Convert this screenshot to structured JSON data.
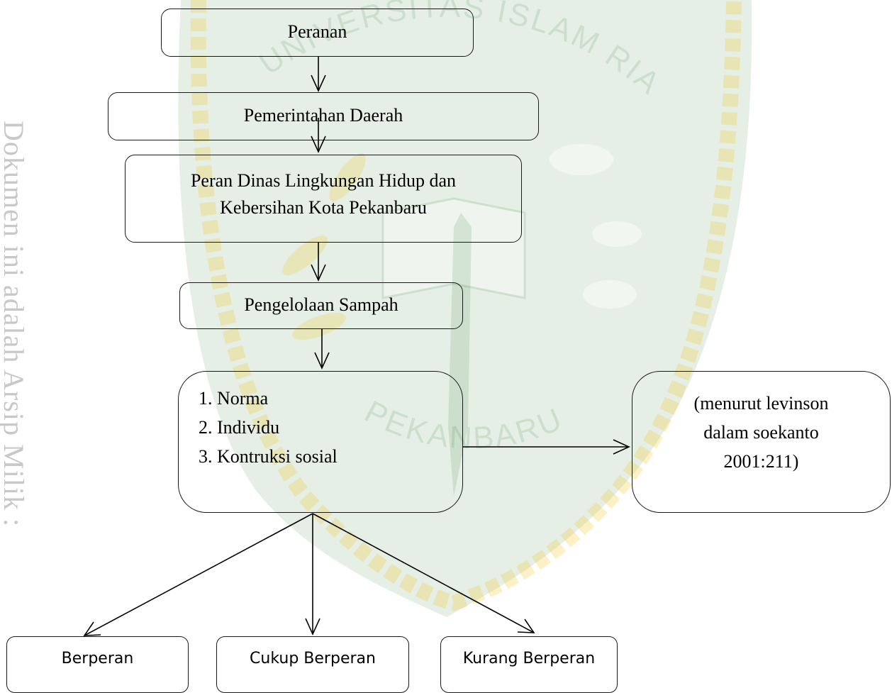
{
  "watermark": {
    "arc_top": "UNIVERSITAS ISLAM RIAU",
    "arc_bottom": "PEKANBARU",
    "edge_text": "Dokumen ini adalah Arsip Milik :",
    "colors": {
      "green": "#2e7d32",
      "yellow": "#f2c21b"
    }
  },
  "nodes": {
    "peranan": "Peranan",
    "pemerintahan": "Pemerintahan Daerah",
    "dinas": [
      "Peran Dinas Lingkungan Hidup dan",
      "Kebersihan Kota Pekanbaru"
    ],
    "pengelolaan": "Pengelolaan Sampah",
    "list": [
      "1.  Norma",
      "2.  Individu",
      "3.  Kontruksi sosial"
    ],
    "source": [
      "(menurut levinson",
      "dalam  soekanto",
      "2001:211)"
    ],
    "outcomes": [
      "Berperan",
      "Cukup Berperan",
      "Kurang Berperan"
    ]
  }
}
